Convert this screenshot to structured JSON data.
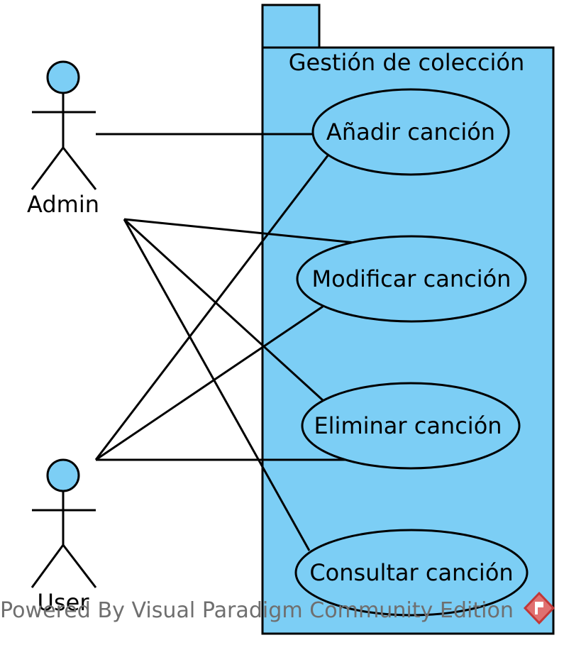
{
  "package": {
    "title": "Gestión de colección",
    "fill": "#7ccef5"
  },
  "actors": {
    "admin": "Admin",
    "user": "User",
    "fill": "#7ccef5"
  },
  "use_cases": {
    "add": "Añadir canción",
    "modify": "Modificar canción",
    "delete": "Eliminar canción",
    "consult": "Consultar canción"
  },
  "watermark": {
    "text": "Powered By Visual Paradigm Community Edition"
  }
}
